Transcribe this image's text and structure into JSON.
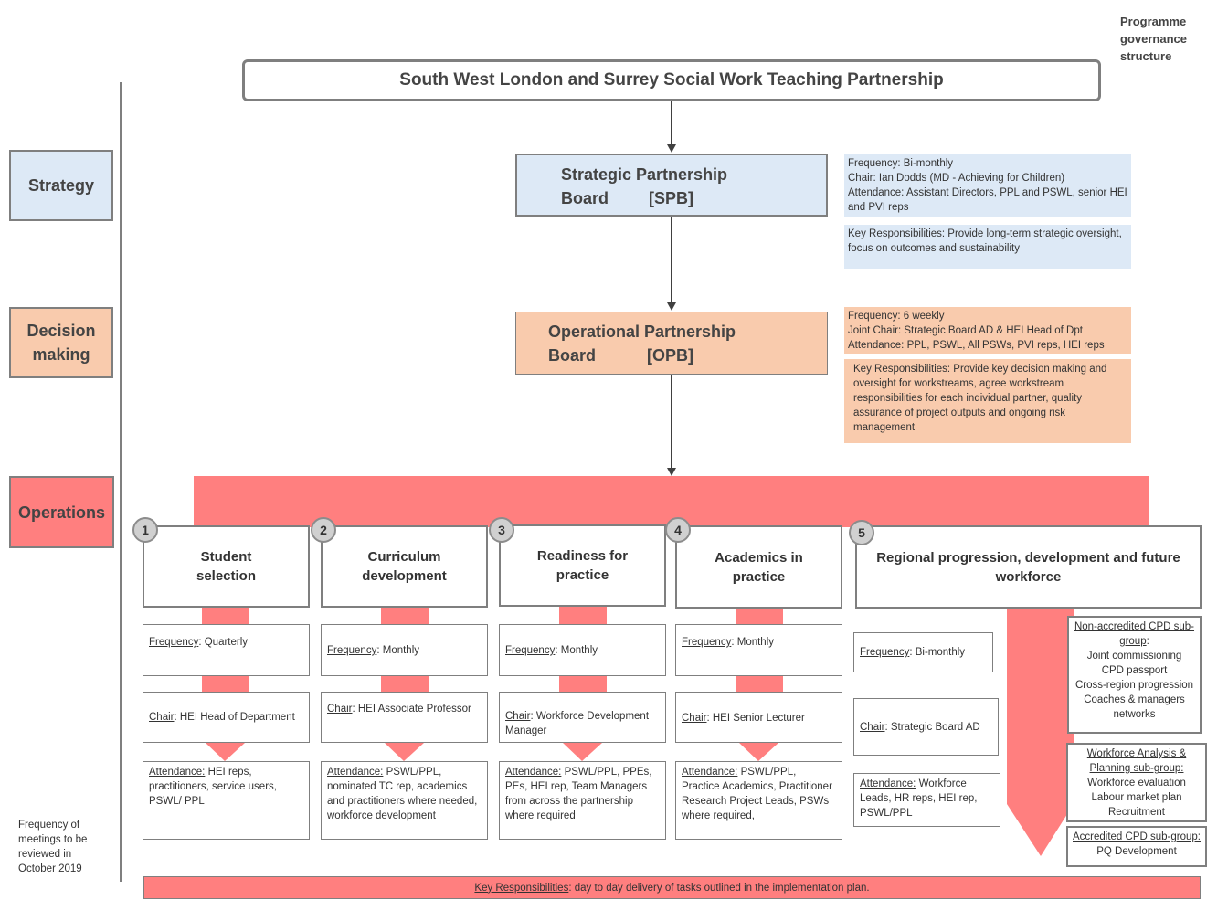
{
  "corner_note": "Programme governance structure",
  "title": "South West London and Surrey Social Work Teaching Partnership",
  "tiers": {
    "strategy": "Strategy",
    "decision": "Decision making",
    "operations": "Operations"
  },
  "spb": {
    "name_line1": "Strategic Partnership",
    "name_line2": "Board",
    "abbr": "[SPB]",
    "frequency": "Frequency: Bi-monthly",
    "chair": "Chair: Ian Dodds (MD - Achieving for Children)",
    "attendance": "Attendance: Assistant Directors, PPL and PSWL, senior HEI and PVI reps",
    "responsibilities": "Key Responsibilities: Provide long-term strategic oversight, focus on outcomes and sustainability"
  },
  "opb": {
    "name_line1": "Operational Partnership",
    "name_line2": "Board",
    "abbr": "[OPB]",
    "frequency": "Frequency: 6 weekly",
    "chair": "Joint Chair:  Strategic Board AD  & HEI Head of Dpt",
    "attendance": "Attendance: PPL, PSWL, All PSWs, PVI reps, HEI reps",
    "responsibilities": "Key Responsibilities: Provide key decision making and oversight for workstreams, agree workstream responsibilities for each individual partner, quality assurance of project outputs and ongoing risk management"
  },
  "workstreams": [
    {
      "num": "1",
      "title": "Student selection",
      "freq_label": "Frequency",
      "freq": ": Quarterly",
      "chair_label": "Chair",
      "chair": ": HEI Head of Department",
      "att_label": "Attendance:",
      "att": " HEI reps, practitioners, service users, PSWL/ PPL"
    },
    {
      "num": "2",
      "title": "Curriculum development",
      "freq_label": "Frequency",
      "freq": ": Monthly",
      "chair_label": "Chair",
      "chair": ": HEI Associate Professor",
      "att_label": "Attendance:",
      "att": " PSWL/PPL, nominated TC rep, academics and practitioners where needed, workforce development"
    },
    {
      "num": "3",
      "title": "Readiness for practice",
      "freq_label": "Frequency",
      "freq": ": Monthly",
      "chair_label": "Chair",
      "chair": ": Workforce Development Manager",
      "att_label": "Attendance:",
      "att": " PSWL/PPL, PPEs, PEs, HEI  rep, Team Managers from  across the partnership where  required"
    },
    {
      "num": "4",
      "title": "Academics in practice",
      "freq_label": "Frequency",
      "freq": ": Monthly",
      "chair_label": "Chair",
      "chair": ": HEI Senior Lecturer",
      "att_label": "Attendance:",
      "att": " PSWL/PPL, Practice  Academics, Practitioner Research Project Leads, PSWs where required,"
    },
    {
      "num": "5",
      "title": "Regional progression, development and future workforce",
      "freq_label": "Frequency",
      "freq": ": Bi-monthly",
      "chair_label": "Chair",
      "chair": ": Strategic Board AD",
      "att_label": "Attendance:",
      "att": " Workforce Leads, HR reps,  HEI  rep, PSWL/PPL"
    }
  ],
  "subgroups": [
    {
      "title": "Non-accredited CPD sub-group",
      "suffix": ":",
      "items": [
        "Joint commissioning",
        "CPD passport",
        "Cross-region progression",
        "Coaches & managers networks"
      ]
    },
    {
      "title": "Workforce Analysis & Planning sub-group:",
      "suffix": "",
      "items": [
        "Workforce evaluation",
        "Labour market plan",
        "Recruitment"
      ]
    },
    {
      "title": "Accredited CPD sub-group:",
      "suffix": "",
      "items": [
        "PQ Development"
      ]
    }
  ],
  "side_note": "Frequency of meetings to be reviewed in October 2019",
  "bottom": {
    "label": "Key Responsibilities",
    "text": ": day to day delivery of tasks outlined in the implementation plan."
  },
  "colors": {
    "strategy": "#dde9f6",
    "decision": "#f9cbad",
    "operations": "#ff7f7f",
    "border": "#7f7f7f"
  }
}
